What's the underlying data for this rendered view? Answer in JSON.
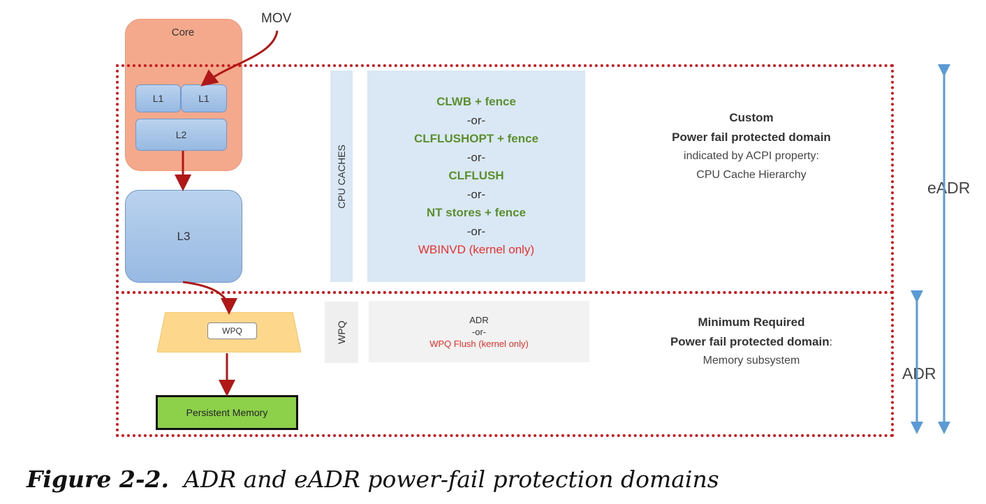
{
  "core": {
    "label": "Core"
  },
  "mov": {
    "label": "MOV"
  },
  "caches": {
    "l1_a": "L1",
    "l1_b": "L1",
    "l2": "L2",
    "l3": "L3"
  },
  "wpq_block": {
    "label": "WPQ"
  },
  "persistent_memory": {
    "label": "Persistent Memory"
  },
  "side_labels": {
    "cpu_caches": "CPU CACHES",
    "wpq": "WPQ"
  },
  "instructions": [
    {
      "text": "CLWB + fence",
      "style": "green"
    },
    {
      "text": "-or-",
      "style": "dark"
    },
    {
      "text": "CLFLUSHOPT + fence",
      "style": "green"
    },
    {
      "text": "-or-",
      "style": "dark"
    },
    {
      "text": "CLFLUSH",
      "style": "green"
    },
    {
      "text": "-or-",
      "style": "dark"
    },
    {
      "text": "NT stores + fence",
      "style": "green"
    },
    {
      "text": "-or-",
      "style": "dark"
    },
    {
      "text": "WBINVD (kernel only)",
      "style": "red"
    }
  ],
  "adr_options": [
    {
      "text": "ADR",
      "style": "dark"
    },
    {
      "text": "-or-",
      "style": "dark"
    },
    {
      "text": "WPQ Flush (kernel only)",
      "style": "red"
    }
  ],
  "top_domain": {
    "line1": "Custom",
    "line2": "Power fail protected domain",
    "line3": "indicated by ACPI property:",
    "line4": "CPU Cache Hierarchy"
  },
  "bottom_domain": {
    "line1": "Minimum Required",
    "line2": "Power fail protected domain",
    "line2_suffix": ":",
    "line3": "Memory subsystem"
  },
  "range_labels": {
    "eadr": "eADR",
    "adr": "ADR"
  },
  "caption": {
    "number": "Figure 2-2.",
    "text": "ADR and eADR power-fail protection domains"
  },
  "colors": {
    "core_fill": "#f4a98d",
    "cache_fill": "#98b9e2",
    "wpq_fill": "#fdd78c",
    "persistent_memory_fill": "#8dd04a",
    "domain_border": "#c8191f",
    "flow_arrow": "#b01818",
    "range_arrow": "#5b9bd5",
    "instruction_green": "#5c8f2c",
    "instruction_red": "#e8312b"
  }
}
